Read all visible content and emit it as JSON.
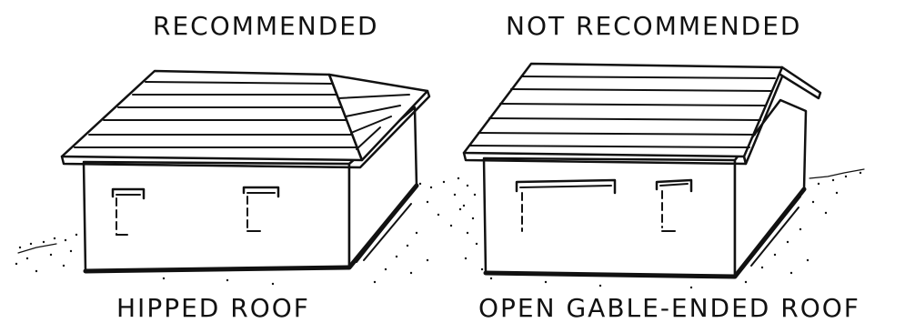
{
  "left": {
    "heading": "RECOMMENDED",
    "caption": "HIPPED ROOF"
  },
  "right": {
    "heading": "NOT RECOMMENDED",
    "caption": "OPEN GABLE-ENDED ROOF"
  },
  "ink_color": "#111111",
  "paper_color": "#ffffff"
}
